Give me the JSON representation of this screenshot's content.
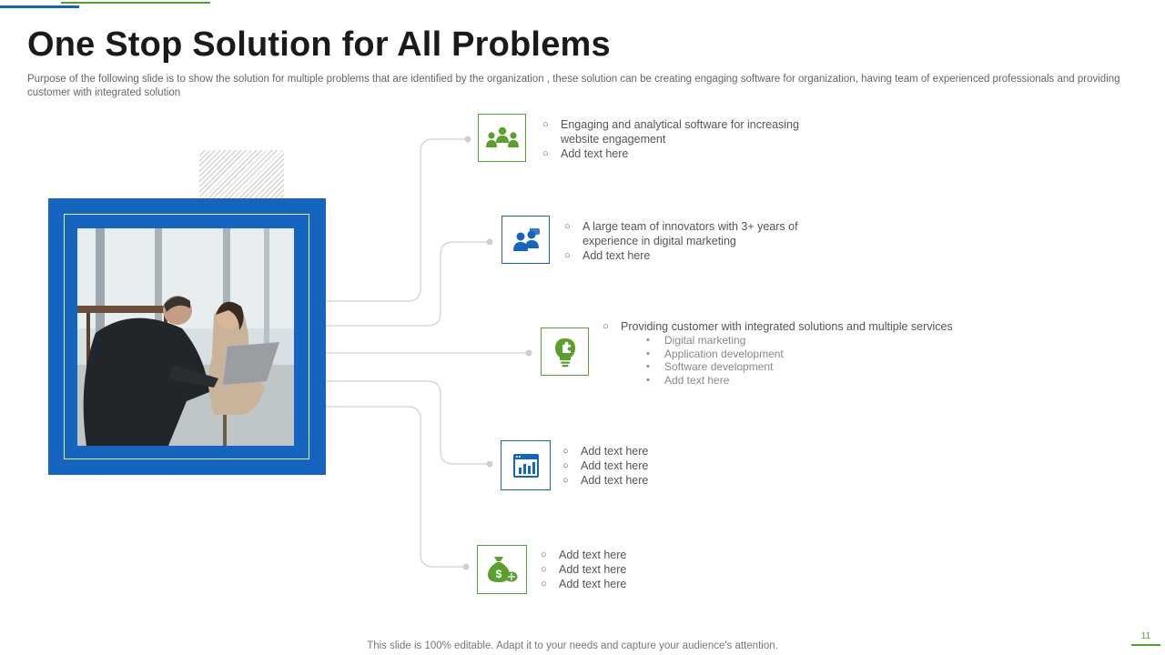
{
  "header": {
    "title": "One Stop Solution for All Problems",
    "subtitle": "Purpose of the following slide is to show the solution for multiple problems that are identified by the organization , these solution can be creating engaging software for organization, having team of experienced professionals and providing customer with integrated solution"
  },
  "colors": {
    "blue": "#1565c0",
    "green": "#5aa02c"
  },
  "items": [
    {
      "icon": "team-icon",
      "color": "green",
      "lines": [
        "Engaging and analytical software for increasing website engagement",
        "Add text here"
      ]
    },
    {
      "icon": "discussion-icon",
      "color": "blue",
      "lines": [
        "A large team of innovators  with 3+ years of experience in digital marketing",
        "Add text here"
      ]
    },
    {
      "icon": "idea-puzzle-icon",
      "color": "green",
      "lines": [
        "Providing  customer with integrated solutions and multiple services"
      ],
      "sublist": [
        "Digital marketing",
        "Application development",
        "Software development",
        "Add text here"
      ]
    },
    {
      "icon": "analytics-dashboard-icon",
      "color": "blue",
      "lines": [
        "Add text here",
        "Add text here",
        "Add text here"
      ]
    },
    {
      "icon": "money-bag-icon",
      "color": "green",
      "lines": [
        "Add text here",
        "Add text here",
        "Add text here"
      ]
    }
  ],
  "footer": {
    "note": "This slide is 100% editable. Adapt it to your needs and capture your audience's attention."
  },
  "page": {
    "number": "11"
  }
}
